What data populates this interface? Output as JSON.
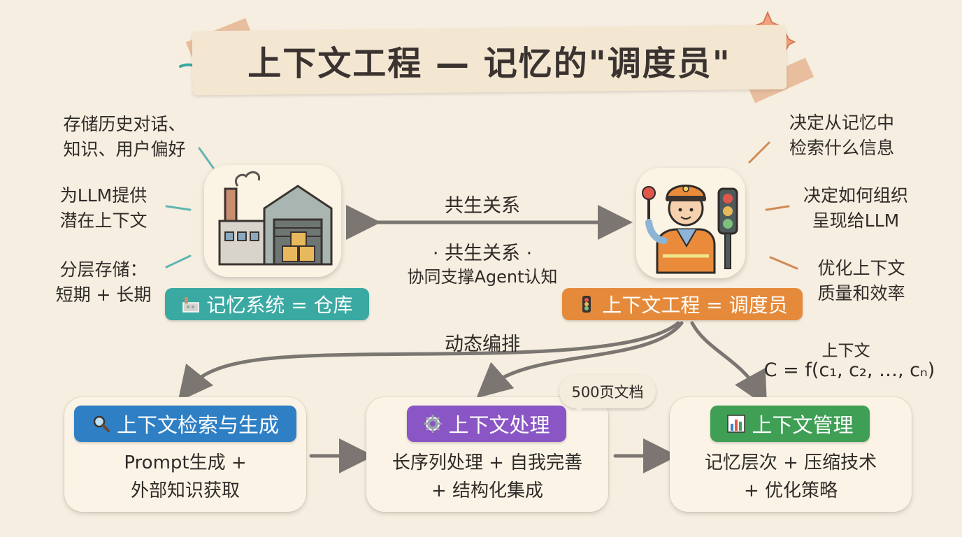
{
  "title": "上下文工程 — 记忆的\"调度员\"",
  "left_notes": {
    "note1": [
      "存储历史对话、",
      "知识、用户偏好"
    ],
    "note2": [
      "为LLM提供",
      "潜在上下文"
    ],
    "note3": [
      "分层存储：",
      "短期 + 长期"
    ]
  },
  "right_notes": {
    "note1": [
      "决定从记忆中",
      "检索什么信息"
    ],
    "note2": [
      "决定如何组织",
      "呈现给LLM"
    ],
    "note3": [
      "优化上下文",
      "质量和效率"
    ]
  },
  "memory_pill": {
    "label": "记忆系统 = 仓库",
    "color": "#3aa9a2"
  },
  "engineer_pill": {
    "label": "上下文工程 = 调度员",
    "color": "#e58a3a"
  },
  "symbiosis": {
    "top": "共生关系",
    "middle": "· 共生关系 ·",
    "bottom": "协同支撑Agent认知"
  },
  "orchestration_label": "动态编排",
  "formula": {
    "label": "上下文",
    "expr": "C = f(c₁, c₂, …, cₙ)"
  },
  "bubble": "500页文档",
  "cards": [
    {
      "title": "上下文检索与生成",
      "icon": "magnifier-icon",
      "color": "#2f7fc4",
      "lines": [
        "Prompt生成 +",
        "外部知识获取"
      ]
    },
    {
      "title": "上下文处理",
      "icon": "gear-icon",
      "color": "#8a55c4",
      "lines": [
        "长序列处理 + 自我完善",
        "+ 结构化集成"
      ]
    },
    {
      "title": "上下文管理",
      "icon": "bar-chart-icon",
      "color": "#3f9f55",
      "lines": [
        "记忆层次 + 压缩技术",
        "+ 优化策略"
      ]
    }
  ]
}
